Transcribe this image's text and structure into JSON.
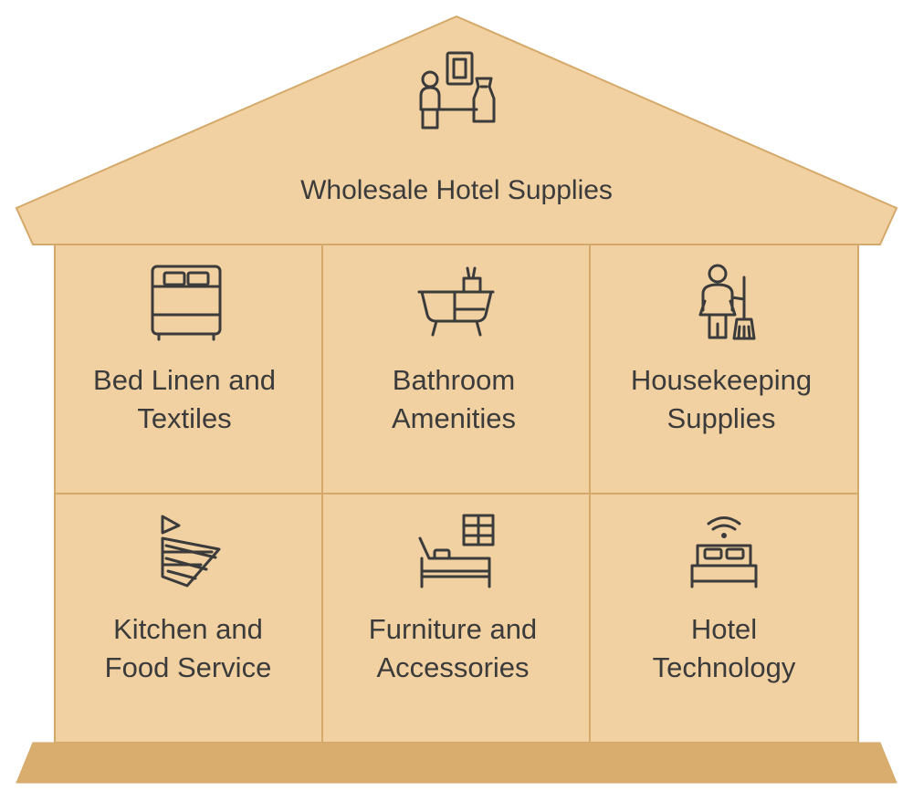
{
  "roof": {
    "title": "Wholesale Hotel Supplies",
    "icon": "hotel-reception-icon"
  },
  "rooms": [
    {
      "line1": "Bed Linen and",
      "line2": "Textiles",
      "icon": "bed-icon"
    },
    {
      "line1": "Bathroom",
      "line2": "Amenities",
      "icon": "bathroom-vanity-icon"
    },
    {
      "line1": "Housekeeping",
      "line2": "Supplies",
      "icon": "housekeeper-broom-icon"
    },
    {
      "line1": "Kitchen and",
      "line2": "Food Service",
      "icon": "kitchen-utensils-icon"
    },
    {
      "line1": "Furniture and",
      "line2": "Accessories",
      "icon": "bedroom-furniture-icon"
    },
    {
      "line1": "Hotel",
      "line2": "Technology",
      "icon": "smart-bed-wifi-icon"
    }
  ],
  "colors": {
    "fill": "#f1d1a1",
    "stroke": "#d4a96a",
    "base": "#d9ad6e",
    "text": "#3b3b3b"
  }
}
